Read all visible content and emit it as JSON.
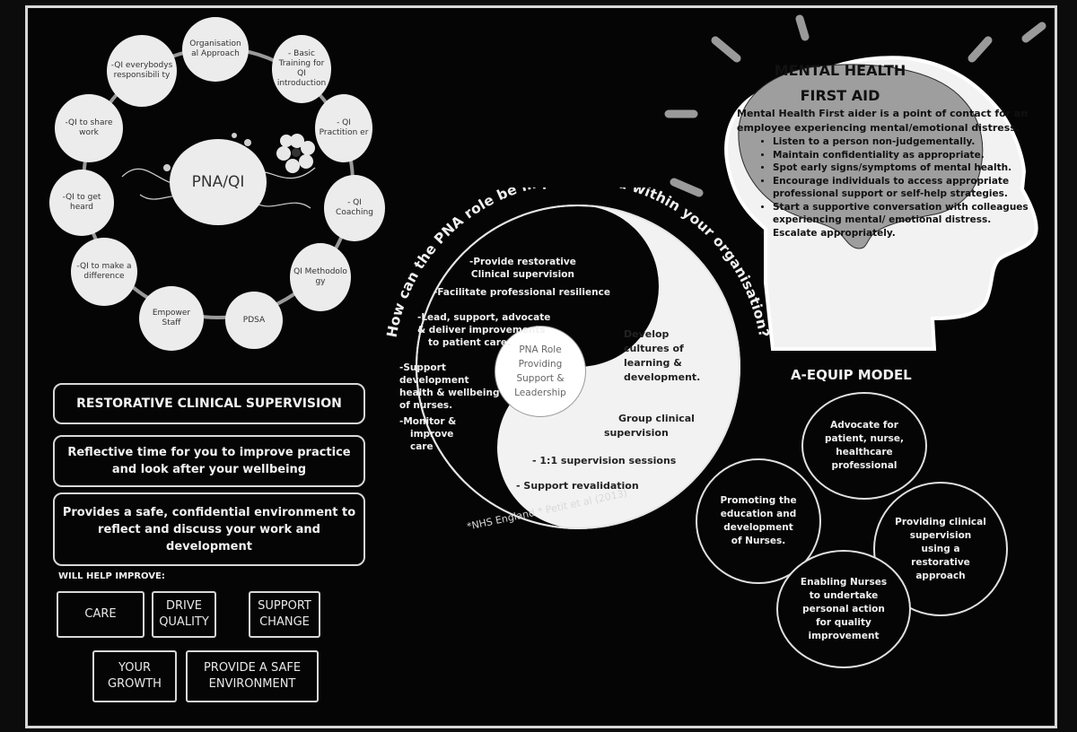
{
  "qi": {
    "center": "PNA/QI",
    "items": [
      "Organisation al Approach",
      "- Basic Training for QI introduction",
      "- QI Practition er",
      "- QI Coaching",
      "QI Methodolo gy",
      "PDSA",
      "Empower Staff",
      "-QI to make a difference",
      "-QI to get heard",
      "-QI to share work",
      "-QI everybodys responsibili ty"
    ]
  },
  "restorative": {
    "title": "RESTORATIVE CLINICAL SUPERVISION",
    "reflective": "Reflective time for you to improve practice and look after your wellbeing",
    "safe": "Provides a safe, confidential environment to reflect and discuss your work and development",
    "will_help": "WILL HELP IMPROVE:",
    "boxes": [
      "CARE",
      "DRIVE QUALITY",
      "SUPPORT CHANGE",
      "YOUR GROWTH",
      "PROVIDE A SAFE ENVIRONMENT"
    ]
  },
  "yinyang": {
    "arc_title": "How can the PNA role be implemented within your organisation?",
    "center": [
      "PNA Role",
      "Providing",
      "Support &",
      "Leadership"
    ],
    "black_side": [
      "-Provide restorative",
      "Clinical supervision",
      "-Facilitate professional resilience",
      "-Lead, support, advocate",
      "& deliver improvements",
      "to patient care."
    ],
    "left_list": [
      "-Support",
      "development",
      "health & wellbeing",
      "of nurses.",
      "-Monitor &",
      "improve",
      "care"
    ],
    "develop": [
      "Develop",
      "cultures of",
      "learning &",
      "development."
    ],
    "group": [
      "Group clinical",
      "supervision"
    ],
    "one": "- 1:1 supervision sessions",
    "reval": "- Support revalidation",
    "source": "*NHS England * Petit et al (2013)"
  },
  "mental_health": {
    "title_line1": "MENTAL HEALTH",
    "title_line2": "FIRST AID",
    "intro": "Mental Health First aider is a point of contact for an employee experiencing mental/emotional distress.",
    "bullets": [
      "Listen to a person non-judgementally.",
      "Maintain confidentiality as appropriate.",
      "Spot early signs/symptoms of mental health.",
      "Encourage individuals to access appropriate professional support or self-help strategies.",
      "Start a supportive conversation with colleagues experiencing mental/ emotional distress.",
      "Escalate appropriately."
    ]
  },
  "aequip": {
    "title": "A-EQUIP MODEL",
    "circles": [
      "Advocate for patient, nurse, healthcare professional",
      "Promoting the education and development of Nurses.",
      "Providing clinical supervision using a restorative approach",
      "Enabling Nurses to undertake personal action for quality improvement"
    ]
  },
  "colors": {
    "background": "#050505",
    "bubble": "#ececec",
    "head": "#f2f2f2",
    "brain": "#9e9e9e"
  }
}
